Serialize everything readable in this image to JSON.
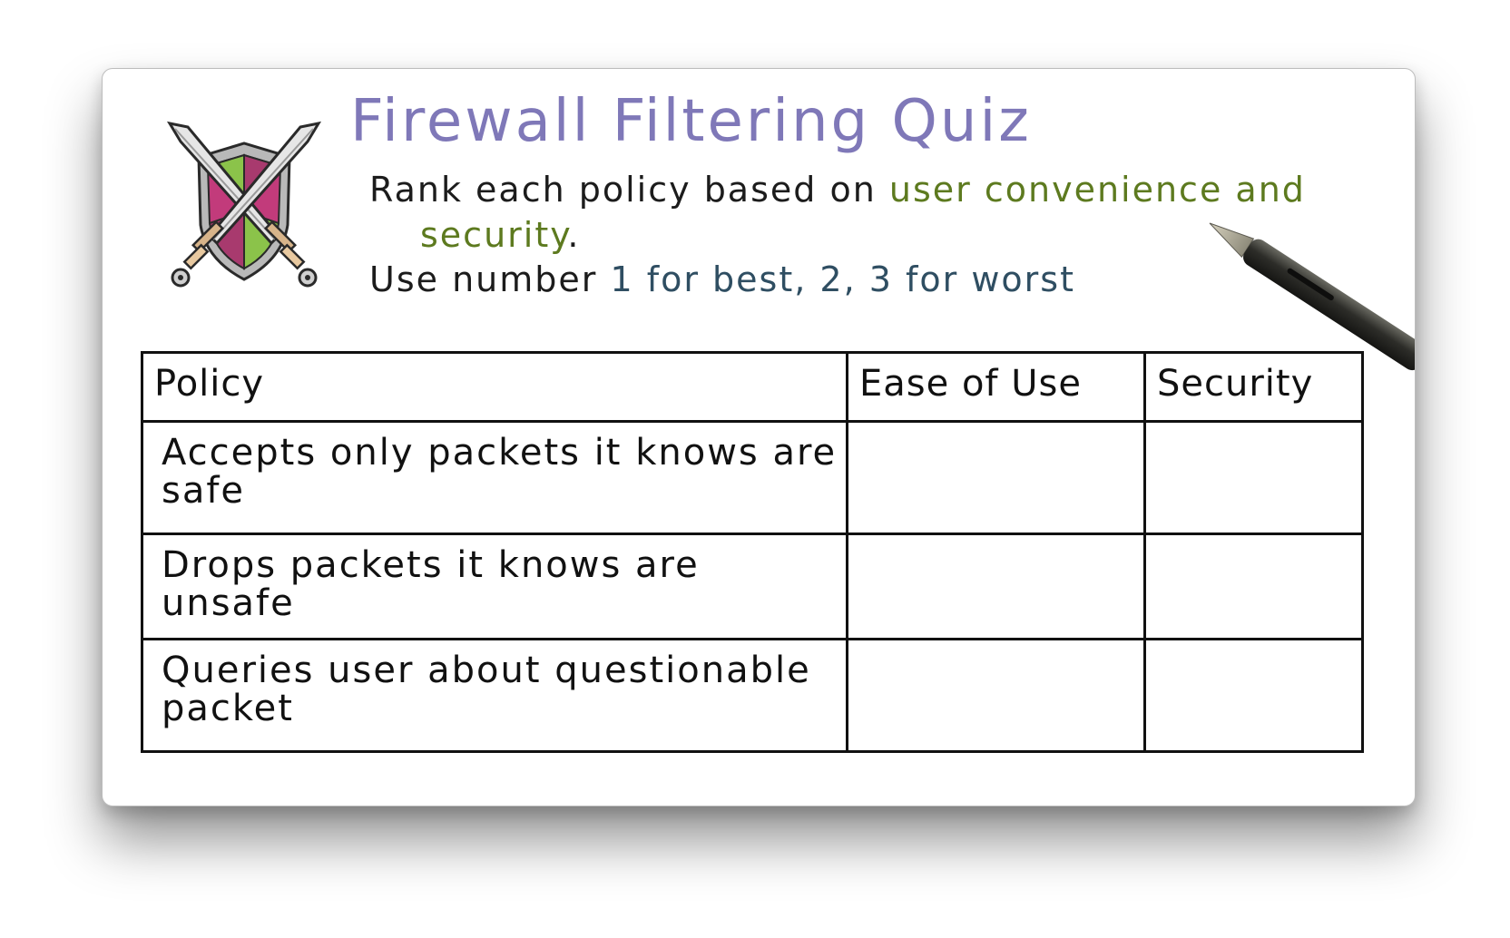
{
  "quiz": {
    "title": "Firewall Filtering Quiz",
    "instruction_part1": "Rank each policy based on ",
    "instruction_highlight_a": "user convenience and",
    "instruction_highlight_b": "security",
    "instruction_end": ".",
    "ranking_prefix": "Use number ",
    "ranking_highlight": "1 for best, 2, 3 for worst"
  },
  "table": {
    "headers": [
      "Policy",
      "Ease of Use",
      "Security"
    ],
    "rows": [
      {
        "policy": "Accepts only packets it knows are safe",
        "ease_of_use": "",
        "security": ""
      },
      {
        "policy": "Drops packets it knows are unsafe",
        "ease_of_use": "",
        "security": ""
      },
      {
        "policy": "Queries user about questionable packet",
        "ease_of_use": "",
        "security": ""
      }
    ]
  },
  "colors": {
    "title": "#7f78b8",
    "highlight_green": "#5d7a1f",
    "highlight_blue": "#2f4e62",
    "ink": "#111111"
  },
  "icons": {
    "emblem": "crossed-swords-shield-icon",
    "pen": "stylus-pen-icon"
  }
}
